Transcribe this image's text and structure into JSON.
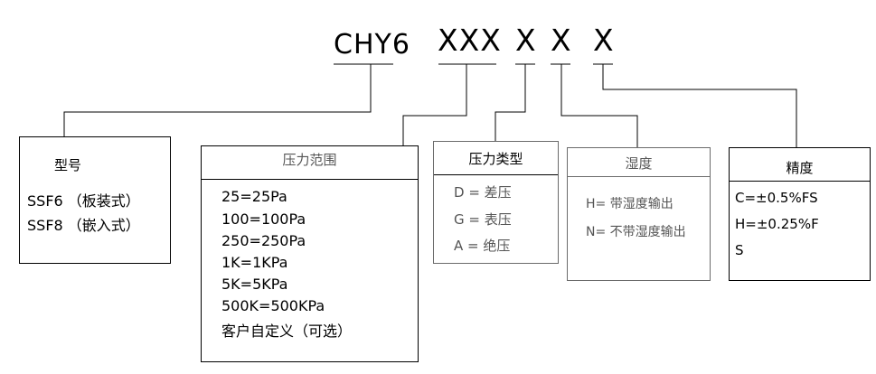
{
  "code": {
    "prefix": "CHY6",
    "seg1": "XXX",
    "seg2": "X",
    "seg3": "X",
    "seg4": "X"
  },
  "boxes": {
    "model": {
      "title": "型号",
      "lines": [
        "SSF6 （板装式）",
        "SSF8 （嵌入式）"
      ]
    },
    "range": {
      "title": "压力范围",
      "lines": [
        "25=25Pa",
        "100=100Pa",
        "250=250Pa",
        "1K=1KPa",
        "5K=5KPa",
        "500K=500KPa",
        "客户自定义（可选）"
      ]
    },
    "ptype": {
      "title": "压力类型",
      "lines": [
        "D = 差压",
        "G = 表压",
        "A = 绝压"
      ]
    },
    "humidity": {
      "title": "湿度",
      "lines": [
        "H= 带湿度输出",
        "N= 不带湿度输出"
      ]
    },
    "accuracy": {
      "title": "精度",
      "lines": [
        "C=±0.5%FS",
        "H=±0.25%F",
        "S"
      ]
    }
  }
}
